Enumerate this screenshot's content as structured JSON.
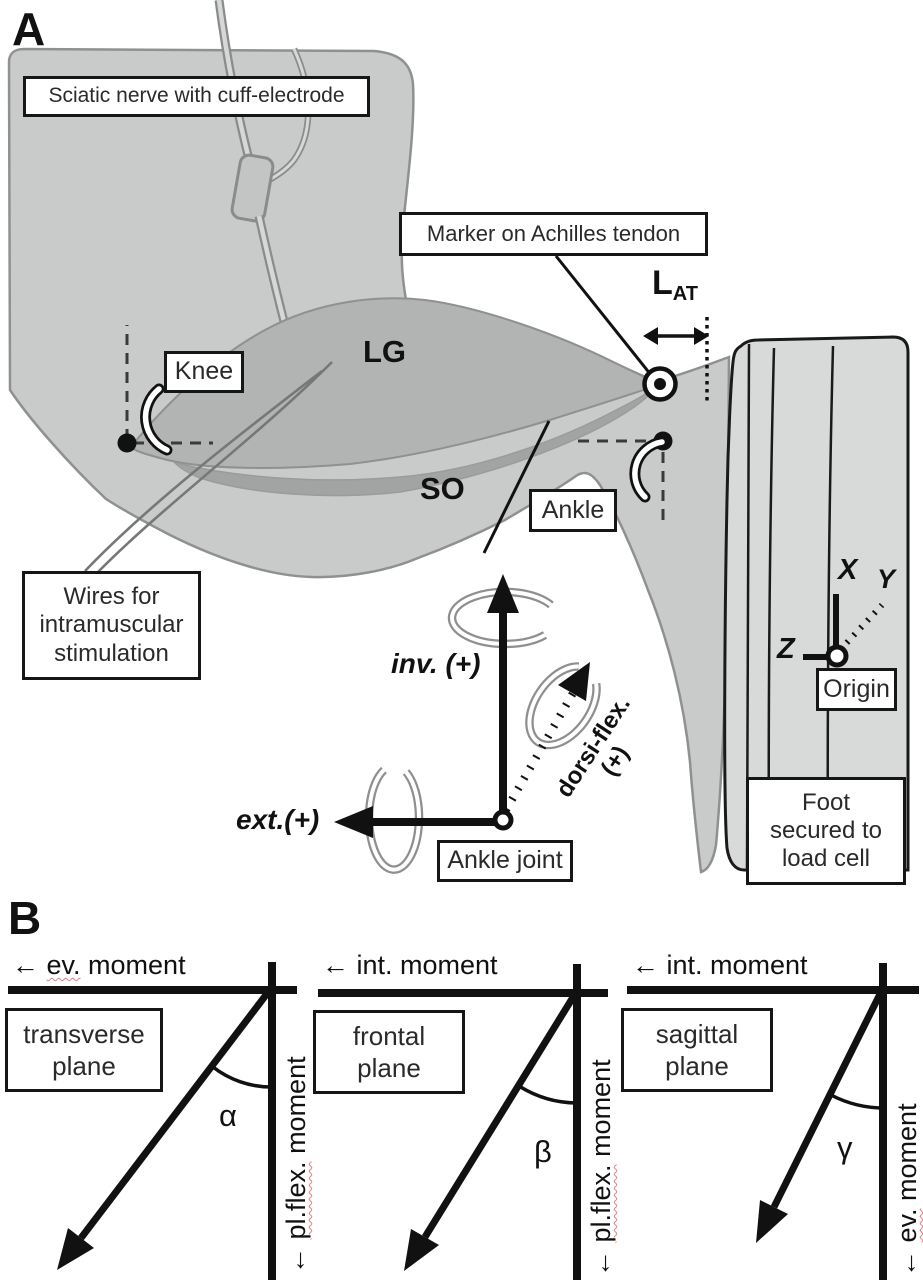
{
  "figure": {
    "panelA": {
      "label": "A",
      "boxes": {
        "sciatic": "Sciatic nerve with cuff-electrode",
        "marker": "Marker on Achilles tendon",
        "knee": "Knee",
        "ankle": "Ankle",
        "wires": "Wires for\nintramuscular\nstimulation",
        "ankle_joint": "Ankle joint",
        "origin": "Origin",
        "foot": "Foot\nsecured to\nload cell"
      },
      "muscle_labels": {
        "lg": "LG",
        "so": "SO"
      },
      "measurement": {
        "symbol": "L",
        "subscript": "AT"
      },
      "axis_labels": {
        "inversion": "inv. (+)",
        "extension": "ext.(+)",
        "dorsiflexion": "dorsi-flex.\n(+)",
        "x": "X",
        "y": "Y",
        "z": "Z"
      }
    },
    "panelB": {
      "label": "B",
      "diagrams": [
        {
          "top_pre": "← ",
          "top_sq": "ev.",
          "top_post": " moment",
          "plane": "transverse\nplane",
          "side_pre": "← ",
          "side_sq": "pl.flex.",
          "side_post": " moment",
          "angle_label": "α"
        },
        {
          "top_pre": "← int. moment",
          "top_sq": "",
          "top_post": "",
          "plane": "frontal\nplane",
          "side_pre": "← ",
          "side_sq": "pl.flex.",
          "side_post": " moment",
          "angle_label": "β"
        },
        {
          "top_pre": "← int. moment",
          "top_sq": "",
          "top_post": "",
          "plane": "sagittal\nplane",
          "side_pre": "← ",
          "side_sq": "ev.",
          "side_post": " moment",
          "angle_label": "γ"
        }
      ]
    },
    "colors": {
      "figure_black": "#111111",
      "body_gray": "#c9cbca",
      "muscle_gray": "#b2b4b3",
      "deep_muscle_gray": "#a2a4a3",
      "plate_gray": "#d8dad9",
      "outline_gray": "#8f918f",
      "squiggle_red": "#e08080"
    }
  }
}
